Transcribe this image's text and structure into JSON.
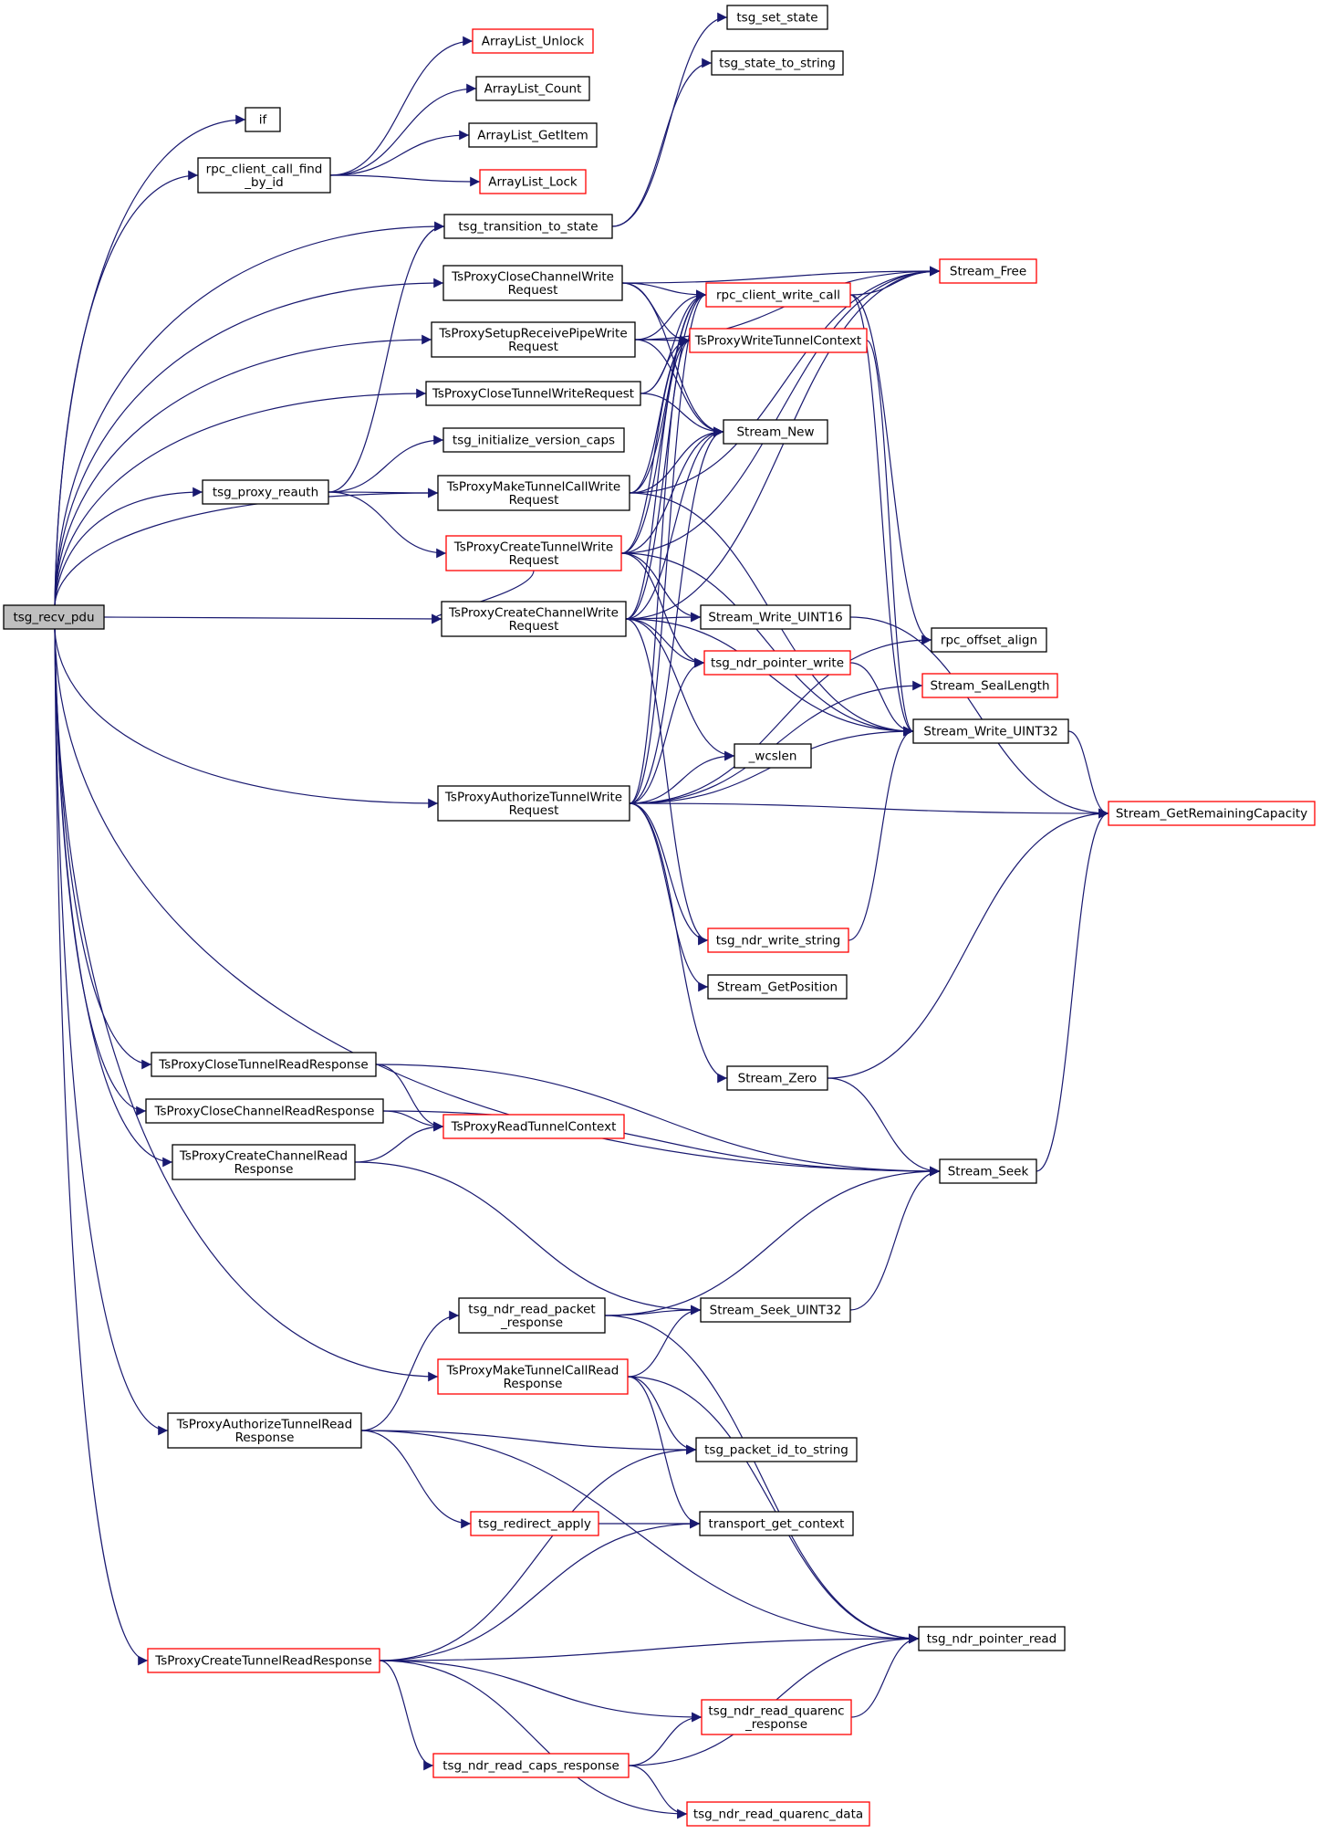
{
  "diagram": {
    "type": "call-graph",
    "colors": {
      "edge": "#191970",
      "box_border": "#000000",
      "box_border_undocumented": "#ff0000",
      "root_fill": "#bfbfbf",
      "background": "#ffffff"
    },
    "nodes": [
      {
        "id": "tsg_recv_pdu",
        "lines": [
          "tsg_recv_pdu"
        ],
        "style": "root"
      },
      {
        "id": "if",
        "lines": [
          "if"
        ],
        "style": "normal"
      },
      {
        "id": "rpc_client_call_find_by_id",
        "lines": [
          "rpc_client_call_find",
          "_by_id"
        ],
        "style": "normal"
      },
      {
        "id": "ArrayList_Unlock",
        "lines": [
          "ArrayList_Unlock"
        ],
        "style": "red"
      },
      {
        "id": "ArrayList_Count",
        "lines": [
          "ArrayList_Count"
        ],
        "style": "normal"
      },
      {
        "id": "ArrayList_GetItem",
        "lines": [
          "ArrayList_GetItem"
        ],
        "style": "normal"
      },
      {
        "id": "ArrayList_Lock",
        "lines": [
          "ArrayList_Lock"
        ],
        "style": "red"
      },
      {
        "id": "tsg_set_state",
        "lines": [
          "tsg_set_state"
        ],
        "style": "normal"
      },
      {
        "id": "tsg_state_to_string",
        "lines": [
          "tsg_state_to_string"
        ],
        "style": "normal"
      },
      {
        "id": "tsg_transition_to_state",
        "lines": [
          "tsg_transition_to_state"
        ],
        "style": "normal"
      },
      {
        "id": "TsProxyCloseChannelWriteRequest",
        "lines": [
          "TsProxyCloseChannelWrite",
          "Request"
        ],
        "style": "normal"
      },
      {
        "id": "TsProxySetupReceivePipeWriteRequest",
        "lines": [
          "TsProxySetupReceivePipeWrite",
          "Request"
        ],
        "style": "normal"
      },
      {
        "id": "TsProxyCloseTunnelWriteRequest",
        "lines": [
          "TsProxyCloseTunnelWriteRequest"
        ],
        "style": "normal"
      },
      {
        "id": "tsg_initialize_version_caps",
        "lines": [
          "tsg_initialize_version_caps"
        ],
        "style": "normal"
      },
      {
        "id": "tsg_proxy_reauth",
        "lines": [
          "tsg_proxy_reauth"
        ],
        "style": "normal"
      },
      {
        "id": "TsProxyMakeTunnelCallWriteRequest",
        "lines": [
          "TsProxyMakeTunnelCallWrite",
          "Request"
        ],
        "style": "normal"
      },
      {
        "id": "TsProxyCreateTunnelWriteRequest",
        "lines": [
          "TsProxyCreateTunnelWrite",
          "Request"
        ],
        "style": "red"
      },
      {
        "id": "TsProxyCreateChannelWriteRequest",
        "lines": [
          "TsProxyCreateChannelWrite",
          "Request"
        ],
        "style": "normal"
      },
      {
        "id": "TsProxyAuthorizeTunnelWriteRequest",
        "lines": [
          "TsProxyAuthorizeTunnelWrite",
          "Request"
        ],
        "style": "normal"
      },
      {
        "id": "Stream_Free",
        "lines": [
          "Stream_Free"
        ],
        "style": "red"
      },
      {
        "id": "rpc_client_write_call",
        "lines": [
          "rpc_client_write_call"
        ],
        "style": "red"
      },
      {
        "id": "TsProxyWriteTunnelContext",
        "lines": [
          "TsProxyWriteTunnelContext"
        ],
        "style": "red"
      },
      {
        "id": "Stream_New",
        "lines": [
          "Stream_New"
        ],
        "style": "normal"
      },
      {
        "id": "Stream_Write_UINT16",
        "lines": [
          "Stream_Write_UINT16"
        ],
        "style": "normal"
      },
      {
        "id": "tsg_ndr_pointer_write",
        "lines": [
          "tsg_ndr_pointer_write"
        ],
        "style": "red"
      },
      {
        "id": "rpc_offset_align",
        "lines": [
          "rpc_offset_align"
        ],
        "style": "normal"
      },
      {
        "id": "Stream_SealLength",
        "lines": [
          "Stream_SealLength"
        ],
        "style": "red"
      },
      {
        "id": "Stream_Write_UINT32",
        "lines": [
          "Stream_Write_UINT32"
        ],
        "style": "normal"
      },
      {
        "id": "_wcslen",
        "lines": [
          "_wcslen"
        ],
        "style": "normal"
      },
      {
        "id": "Stream_GetRemainingCapacity",
        "lines": [
          "Stream_GetRemainingCapacity"
        ],
        "style": "red"
      },
      {
        "id": "tsg_ndr_write_string",
        "lines": [
          "tsg_ndr_write_string"
        ],
        "style": "red"
      },
      {
        "id": "Stream_GetPosition",
        "lines": [
          "Stream_GetPosition"
        ],
        "style": "normal"
      },
      {
        "id": "Stream_Zero",
        "lines": [
          "Stream_Zero"
        ],
        "style": "normal"
      },
      {
        "id": "TsProxyCloseTunnelReadResponse",
        "lines": [
          "TsProxyCloseTunnelReadResponse"
        ],
        "style": "normal"
      },
      {
        "id": "TsProxyCloseChannelReadResponse",
        "lines": [
          "TsProxyCloseChannelReadResponse"
        ],
        "style": "normal"
      },
      {
        "id": "TsProxyCreateChannelReadResponse",
        "lines": [
          "TsProxyCreateChannelRead",
          "Response"
        ],
        "style": "normal"
      },
      {
        "id": "TsProxyReadTunnelContext",
        "lines": [
          "TsProxyReadTunnelContext"
        ],
        "style": "red"
      },
      {
        "id": "Stream_Seek",
        "lines": [
          "Stream_Seek"
        ],
        "style": "normal"
      },
      {
        "id": "tsg_ndr_read_packet_response",
        "lines": [
          "tsg_ndr_read_packet",
          "_response"
        ],
        "style": "normal"
      },
      {
        "id": "Stream_Seek_UINT32",
        "lines": [
          "Stream_Seek_UINT32"
        ],
        "style": "normal"
      },
      {
        "id": "TsProxyMakeTunnelCallReadResponse",
        "lines": [
          "TsProxyMakeTunnelCallRead",
          "Response"
        ],
        "style": "red"
      },
      {
        "id": "TsProxyAuthorizeTunnelReadResponse",
        "lines": [
          "TsProxyAuthorizeTunnelRead",
          "Response"
        ],
        "style": "normal"
      },
      {
        "id": "tsg_packet_id_to_string",
        "lines": [
          "tsg_packet_id_to_string"
        ],
        "style": "normal"
      },
      {
        "id": "tsg_redirect_apply",
        "lines": [
          "tsg_redirect_apply"
        ],
        "style": "red"
      },
      {
        "id": "transport_get_context",
        "lines": [
          "transport_get_context"
        ],
        "style": "normal"
      },
      {
        "id": "tsg_ndr_pointer_read",
        "lines": [
          "tsg_ndr_pointer_read"
        ],
        "style": "normal"
      },
      {
        "id": "TsProxyCreateTunnelReadResponse",
        "lines": [
          "TsProxyCreateTunnelReadResponse"
        ],
        "style": "red"
      },
      {
        "id": "tsg_ndr_read_quarenc_response",
        "lines": [
          "tsg_ndr_read_quarenc",
          "_response"
        ],
        "style": "red"
      },
      {
        "id": "tsg_ndr_read_caps_response",
        "lines": [
          "tsg_ndr_read_caps_response"
        ],
        "style": "red"
      },
      {
        "id": "tsg_ndr_read_quarenc_data",
        "lines": [
          "tsg_ndr_read_quarenc_data"
        ],
        "style": "red"
      }
    ],
    "edges": [
      [
        "tsg_recv_pdu",
        "if"
      ],
      [
        "tsg_recv_pdu",
        "rpc_client_call_find_by_id"
      ],
      [
        "tsg_recv_pdu",
        "tsg_transition_to_state"
      ],
      [
        "tsg_recv_pdu",
        "TsProxyCloseChannelWriteRequest"
      ],
      [
        "tsg_recv_pdu",
        "TsProxySetupReceivePipeWriteRequest"
      ],
      [
        "tsg_recv_pdu",
        "TsProxyCloseTunnelWriteRequest"
      ],
      [
        "tsg_recv_pdu",
        "tsg_proxy_reauth"
      ],
      [
        "tsg_recv_pdu",
        "TsProxyMakeTunnelCallWriteRequest"
      ],
      [
        "tsg_recv_pdu",
        "TsProxyCreateChannelWriteRequest"
      ],
      [
        "tsg_recv_pdu",
        "TsProxyAuthorizeTunnelWriteRequest"
      ],
      [
        "tsg_recv_pdu",
        "TsProxyCloseTunnelReadResponse"
      ],
      [
        "tsg_recv_pdu",
        "TsProxyCloseChannelReadResponse"
      ],
      [
        "tsg_recv_pdu",
        "TsProxyCreateChannelReadResponse"
      ],
      [
        "tsg_recv_pdu",
        "Stream_Seek"
      ],
      [
        "tsg_recv_pdu",
        "TsProxyMakeTunnelCallReadResponse"
      ],
      [
        "tsg_recv_pdu",
        "TsProxyAuthorizeTunnelReadResponse"
      ],
      [
        "tsg_recv_pdu",
        "TsProxyCreateTunnelReadResponse"
      ],
      [
        "rpc_client_call_find_by_id",
        "ArrayList_Unlock"
      ],
      [
        "rpc_client_call_find_by_id",
        "ArrayList_Count"
      ],
      [
        "rpc_client_call_find_by_id",
        "ArrayList_GetItem"
      ],
      [
        "rpc_client_call_find_by_id",
        "ArrayList_Lock"
      ],
      [
        "tsg_transition_to_state",
        "tsg_set_state"
      ],
      [
        "tsg_transition_to_state",
        "tsg_state_to_string"
      ],
      [
        "TsProxyCloseChannelWriteRequest",
        "rpc_client_write_call"
      ],
      [
        "TsProxyCloseChannelWriteRequest",
        "Stream_Free"
      ],
      [
        "TsProxyCloseChannelWriteRequest",
        "TsProxyWriteTunnelContext"
      ],
      [
        "TsProxyCloseChannelWriteRequest",
        "Stream_New"
      ],
      [
        "TsProxySetupReceivePipeWriteRequest",
        "TsProxyWriteTunnelContext"
      ],
      [
        "TsProxySetupReceivePipeWriteRequest",
        "rpc_client_write_call"
      ],
      [
        "TsProxySetupReceivePipeWriteRequest",
        "Stream_Free"
      ],
      [
        "TsProxySetupReceivePipeWriteRequest",
        "Stream_New"
      ],
      [
        "TsProxyCloseTunnelWriteRequest",
        "TsProxyWriteTunnelContext"
      ],
      [
        "TsProxyCloseTunnelWriteRequest",
        "rpc_client_write_call"
      ],
      [
        "TsProxyCloseTunnelWriteRequest",
        "Stream_New"
      ],
      [
        "tsg_proxy_reauth",
        "tsg_transition_to_state"
      ],
      [
        "tsg_proxy_reauth",
        "tsg_initialize_version_caps"
      ],
      [
        "tsg_proxy_reauth",
        "TsProxyMakeTunnelCallWriteRequest"
      ],
      [
        "tsg_proxy_reauth",
        "TsProxyCreateTunnelWriteRequest"
      ],
      [
        "TsProxyMakeTunnelCallWriteRequest",
        "Stream_New"
      ],
      [
        "TsProxyMakeTunnelCallWriteRequest",
        "rpc_client_write_call"
      ],
      [
        "TsProxyMakeTunnelCallWriteRequest",
        "TsProxyWriteTunnelContext"
      ],
      [
        "TsProxyMakeTunnelCallWriteRequest",
        "Stream_Free"
      ],
      [
        "TsProxyMakeTunnelCallWriteRequest",
        "Stream_Write_UINT32"
      ],
      [
        "TsProxyCreateTunnelWriteRequest",
        "Stream_New"
      ],
      [
        "TsProxyCreateTunnelWriteRequest",
        "rpc_client_write_call"
      ],
      [
        "TsProxyCreateTunnelWriteRequest",
        "TsProxyWriteTunnelContext"
      ],
      [
        "TsProxyCreateTunnelWriteRequest",
        "Stream_Free"
      ],
      [
        "TsProxyCreateTunnelWriteRequest",
        "Stream_Write_UINT16"
      ],
      [
        "TsProxyCreateTunnelWriteRequest",
        "tsg_ndr_pointer_write"
      ],
      [
        "TsProxyCreateTunnelWriteRequest",
        "Stream_Write_UINT32"
      ],
      [
        "TsProxyCreateChannelWriteRequest",
        "Stream_New"
      ],
      [
        "TsProxyCreateChannelWriteRequest",
        "rpc_client_write_call"
      ],
      [
        "TsProxyCreateChannelWriteRequest",
        "TsProxyWriteTunnelContext"
      ],
      [
        "TsProxyCreateChannelWriteRequest",
        "Stream_Free"
      ],
      [
        "TsProxyCreateChannelWriteRequest",
        "Stream_Write_UINT16"
      ],
      [
        "TsProxyCreateChannelWriteRequest",
        "tsg_ndr_pointer_write"
      ],
      [
        "TsProxyCreateChannelWriteRequest",
        "Stream_Write_UINT32"
      ],
      [
        "TsProxyCreateChannelWriteRequest",
        "_wcslen"
      ],
      [
        "TsProxyCreateChannelWriteRequest",
        "tsg_ndr_write_string"
      ],
      [
        "TsProxyAuthorizeTunnelWriteRequest",
        "Stream_New"
      ],
      [
        "TsProxyAuthorizeTunnelWriteRequest",
        "rpc_client_write_call"
      ],
      [
        "TsProxyAuthorizeTunnelWriteRequest",
        "TsProxyWriteTunnelContext"
      ],
      [
        "TsProxyAuthorizeTunnelWriteRequest",
        "tsg_ndr_pointer_write"
      ],
      [
        "TsProxyAuthorizeTunnelWriteRequest",
        "_wcslen"
      ],
      [
        "TsProxyAuthorizeTunnelWriteRequest",
        "rpc_offset_align"
      ],
      [
        "TsProxyAuthorizeTunnelWriteRequest",
        "Stream_SealLength"
      ],
      [
        "TsProxyAuthorizeTunnelWriteRequest",
        "Stream_Write_UINT32"
      ],
      [
        "TsProxyAuthorizeTunnelWriteRequest",
        "tsg_ndr_write_string"
      ],
      [
        "TsProxyAuthorizeTunnelWriteRequest",
        "Stream_GetPosition"
      ],
      [
        "TsProxyAuthorizeTunnelWriteRequest",
        "Stream_Zero"
      ],
      [
        "TsProxyAuthorizeTunnelWriteRequest",
        "Stream_GetRemainingCapacity"
      ],
      [
        "rpc_client_write_call",
        "Stream_Free"
      ],
      [
        "rpc_client_write_call",
        "rpc_offset_align"
      ],
      [
        "rpc_client_write_call",
        "Stream_Write_UINT32"
      ],
      [
        "TsProxyWriteTunnelContext",
        "Stream_Write_UINT32"
      ],
      [
        "Stream_Write_UINT16",
        "Stream_GetRemainingCapacity"
      ],
      [
        "tsg_ndr_pointer_write",
        "Stream_Write_UINT32"
      ],
      [
        "Stream_Write_UINT32",
        "Stream_GetRemainingCapacity"
      ],
      [
        "tsg_ndr_write_string",
        "Stream_Write_UINT32"
      ],
      [
        "Stream_Zero",
        "Stream_GetRemainingCapacity"
      ],
      [
        "Stream_Zero",
        "Stream_Seek"
      ],
      [
        "TsProxyCloseTunnelReadResponse",
        "TsProxyReadTunnelContext"
      ],
      [
        "TsProxyCloseTunnelReadResponse",
        "Stream_Seek"
      ],
      [
        "TsProxyCloseChannelReadResponse",
        "TsProxyReadTunnelContext"
      ],
      [
        "TsProxyCloseChannelReadResponse",
        "Stream_Seek"
      ],
      [
        "TsProxyCreateChannelReadResponse",
        "TsProxyReadTunnelContext"
      ],
      [
        "TsProxyCreateChannelReadResponse",
        "Stream_Seek_UINT32"
      ],
      [
        "Stream_Seek",
        "Stream_GetRemainingCapacity"
      ],
      [
        "tsg_ndr_read_packet_response",
        "Stream_Seek"
      ],
      [
        "tsg_ndr_read_packet_response",
        "Stream_Seek_UINT32"
      ],
      [
        "tsg_ndr_read_packet_response",
        "tsg_ndr_pointer_read"
      ],
      [
        "Stream_Seek_UINT32",
        "Stream_Seek"
      ],
      [
        "TsProxyMakeTunnelCallReadResponse",
        "Stream_Seek_UINT32"
      ],
      [
        "TsProxyMakeTunnelCallReadResponse",
        "tsg_packet_id_to_string"
      ],
      [
        "TsProxyMakeTunnelCallReadResponse",
        "transport_get_context"
      ],
      [
        "TsProxyMakeTunnelCallReadResponse",
        "tsg_ndr_pointer_read"
      ],
      [
        "TsProxyAuthorizeTunnelReadResponse",
        "tsg_ndr_read_packet_response"
      ],
      [
        "TsProxyAuthorizeTunnelReadResponse",
        "tsg_packet_id_to_string"
      ],
      [
        "TsProxyAuthorizeTunnelReadResponse",
        "tsg_redirect_apply"
      ],
      [
        "TsProxyAuthorizeTunnelReadResponse",
        "tsg_ndr_pointer_read"
      ],
      [
        "tsg_redirect_apply",
        "transport_get_context"
      ],
      [
        "TsProxyCreateTunnelReadResponse",
        "tsg_packet_id_to_string"
      ],
      [
        "TsProxyCreateTunnelReadResponse",
        "transport_get_context"
      ],
      [
        "TsProxyCreateTunnelReadResponse",
        "tsg_ndr_pointer_read"
      ],
      [
        "TsProxyCreateTunnelReadResponse",
        "tsg_ndr_read_quarenc_response"
      ],
      [
        "TsProxyCreateTunnelReadResponse",
        "tsg_ndr_read_caps_response"
      ],
      [
        "TsProxyCreateTunnelReadResponse",
        "tsg_ndr_read_quarenc_data"
      ],
      [
        "tsg_ndr_read_quarenc_response",
        "tsg_ndr_pointer_read"
      ],
      [
        "tsg_ndr_read_caps_response",
        "tsg_ndr_read_quarenc_response"
      ],
      [
        "tsg_ndr_read_caps_response",
        "tsg_ndr_pointer_read"
      ],
      [
        "tsg_ndr_read_caps_response",
        "tsg_ndr_read_quarenc_data"
      ],
      [
        "TsProxyCreateTunnelWriteRequest",
        "TsProxyCreateChannelWriteRequest"
      ]
    ]
  }
}
